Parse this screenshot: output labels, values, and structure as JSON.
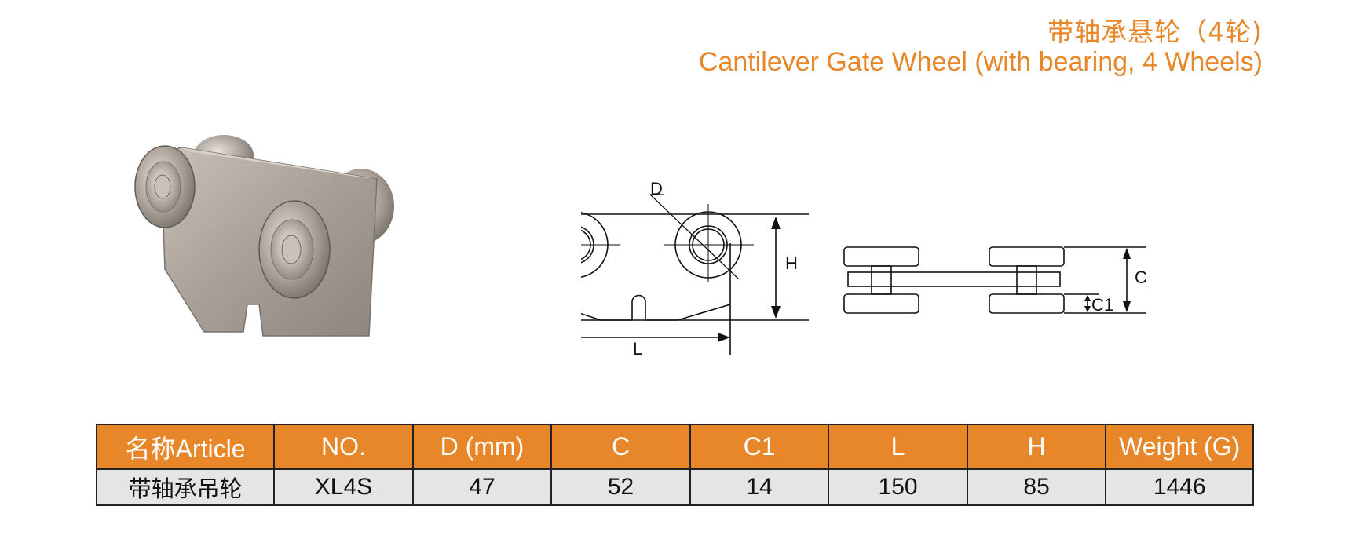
{
  "header": {
    "title_cn": "带轴承悬轮（4轮)",
    "title_en": "Cantilever Gate Wheel (with bearing, 4 Wheels)"
  },
  "drawing": {
    "label_d": "D",
    "label_h": "H",
    "label_l": "L",
    "label_c": "C",
    "label_c1": "C1"
  },
  "table": {
    "headers": [
      "名称Article",
      "NO.",
      "D (mm)",
      "C",
      "C1",
      "L",
      "H",
      "Weight (G)"
    ],
    "rows": [
      [
        "带轴承吊轮",
        "XL4S",
        "47",
        "52",
        "14",
        "150",
        "85",
        "1446"
      ]
    ]
  },
  "colors": {
    "accent": "#e8862a",
    "row_background": "#e5e5e5",
    "border": "#222222"
  }
}
